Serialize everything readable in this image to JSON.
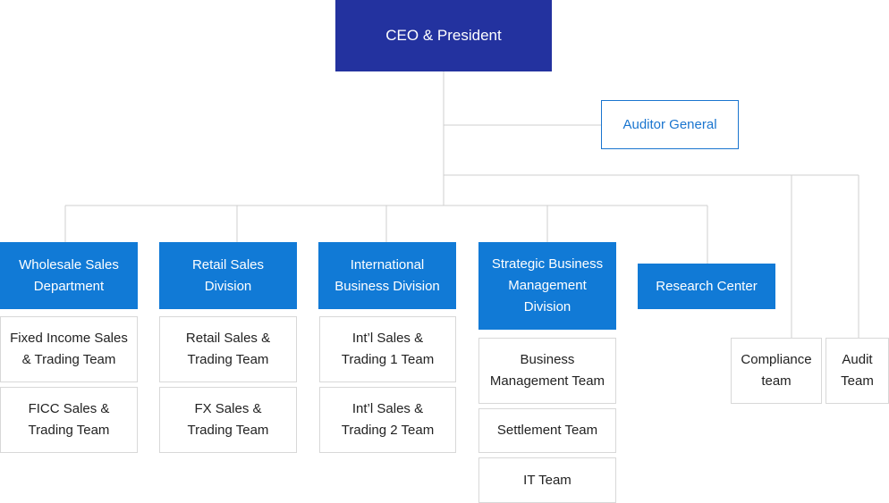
{
  "colors": {
    "ceo": "#23329f",
    "department": "#117ad6",
    "auditor_border": "#1a75cf",
    "connector": "#cfcfcf",
    "team_border": "#d8d8d8"
  },
  "ceo": {
    "label": "CEO & President"
  },
  "auditor": {
    "label": "Auditor General"
  },
  "departments": [
    {
      "label": "Wholesale Sales\nDepartment",
      "teams": [
        "Fixed Income Sales\n& Trading Team",
        "FICC Sales &\nTrading Team"
      ]
    },
    {
      "label": "Retail Sales\nDivision",
      "teams": [
        "Retail Sales &\nTrading Team",
        "FX Sales &\nTrading Team"
      ]
    },
    {
      "label": "International\nBusiness Division",
      "teams": [
        "Int’l Sales &\nTrading 1 Team",
        "Int’l Sales &\nTrading 2 Team"
      ]
    },
    {
      "label": "Strategic Business\nManagement\nDivision",
      "teams": [
        "Business\nManagement Team",
        "Settlement Team",
        "IT Team"
      ]
    },
    {
      "label": "Research Center",
      "teams": []
    }
  ],
  "independent_teams": [
    "Compliance\nteam",
    "Audit\nTeam"
  ]
}
